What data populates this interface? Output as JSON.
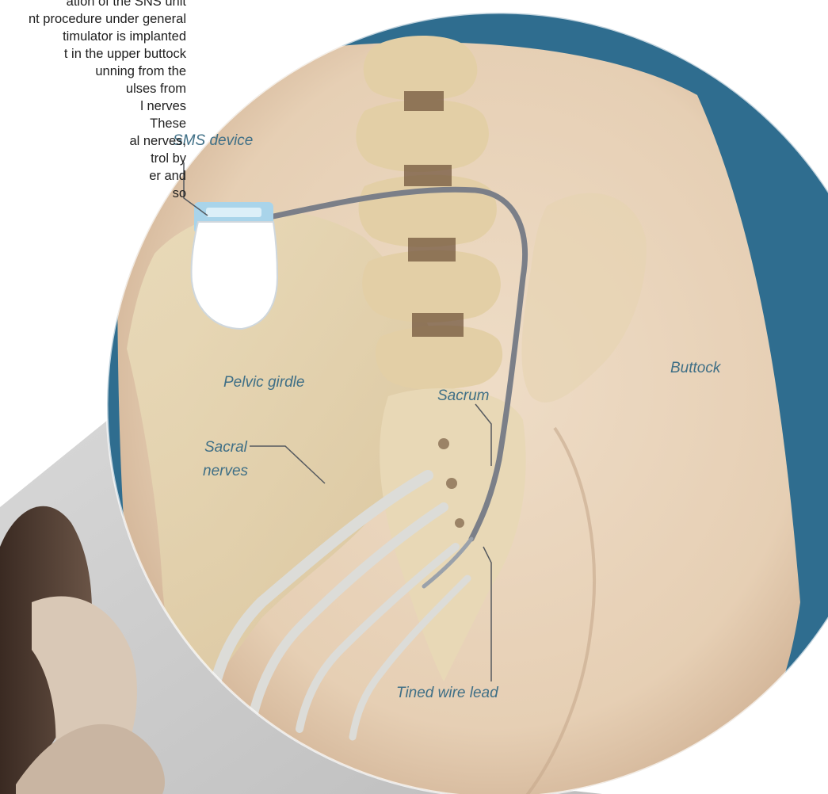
{
  "intro_text": {
    "lines": [
      "ation of the SNS unit",
      "nt procedure under general",
      "timulator is implanted",
      "t in the upper buttock",
      "unning from the",
      "ulses from",
      "l nerves",
      "These",
      "al nerves,",
      "trol by",
      "er and",
      "so"
    ]
  },
  "labels": {
    "sms_device": "SMS device",
    "pelvic_girdle": "Pelvic girdle",
    "sacrum": "Sacrum",
    "buttock": "Buttock",
    "sacral_nerves_1": "Sacral",
    "sacral_nerves_2": "nerves",
    "tined_wire_lead": "Tined wire lead"
  },
  "colors": {
    "label_text": "#3f6f86",
    "background_blue": "#2f6d8f",
    "device_blue": "#a9d4ea"
  }
}
